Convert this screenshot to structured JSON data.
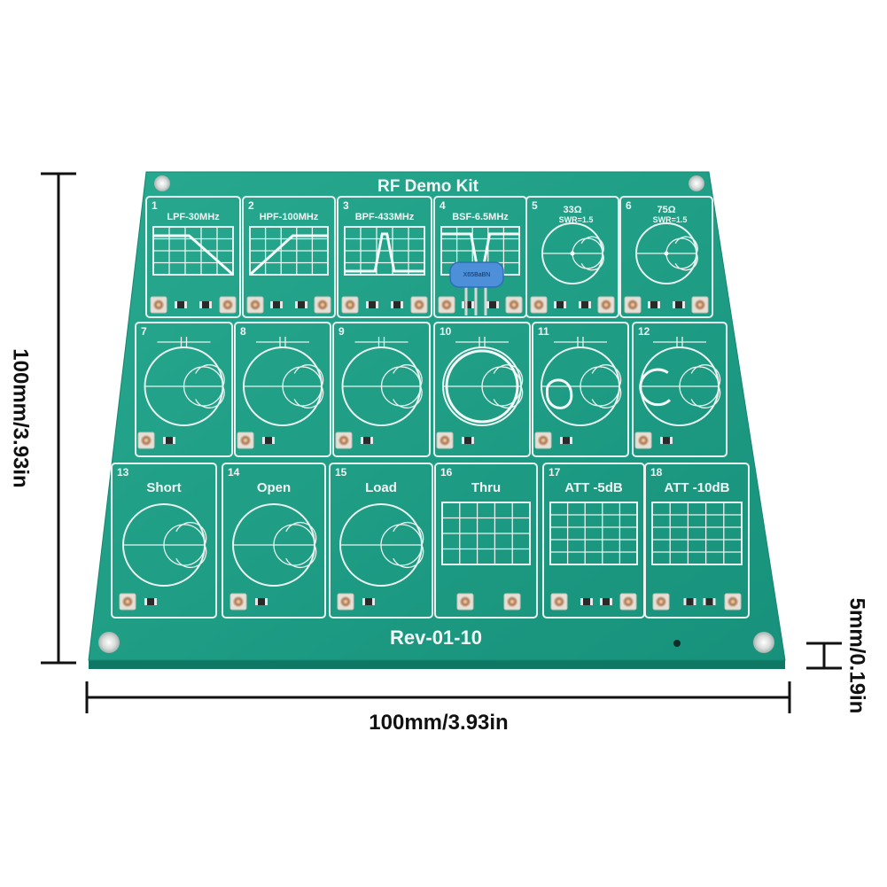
{
  "board": {
    "title": "RF Demo Kit",
    "revision": "Rev-01-10",
    "crystal_marking": "X65BaBN",
    "pcb_color": "#1f9e87",
    "silk_color": "#eef6f2"
  },
  "dimensions": {
    "height_label": "100mm/3.93in",
    "width_label": "100mm/3.93in",
    "thickness_label": "5mm/0.19in"
  },
  "modules": [
    {
      "num": "1",
      "name": "LPF-30MHz",
      "sub": "",
      "graph": "lpf"
    },
    {
      "num": "2",
      "name": "HPF-100MHz",
      "sub": "",
      "graph": "hpf"
    },
    {
      "num": "3",
      "name": "BPF-433MHz",
      "sub": "",
      "graph": "bpf"
    },
    {
      "num": "4",
      "name": "BSF-6.5MHz",
      "sub": "",
      "graph": "bsf"
    },
    {
      "num": "5",
      "name": "33Ω",
      "sub": "SWR=1.5",
      "graph": "smith-dot"
    },
    {
      "num": "6",
      "name": "75Ω",
      "sub": "SWR=1.5",
      "graph": "smith-dot"
    },
    {
      "num": "7",
      "name": "",
      "sub": "",
      "graph": "smith"
    },
    {
      "num": "8",
      "name": "",
      "sub": "",
      "graph": "smith"
    },
    {
      "num": "9",
      "name": "",
      "sub": "",
      "graph": "smith"
    },
    {
      "num": "10",
      "name": "",
      "sub": "",
      "graph": "smith-circle"
    },
    {
      "num": "11",
      "name": "",
      "sub": "",
      "graph": "smith-loop"
    },
    {
      "num": "12",
      "name": "",
      "sub": "",
      "graph": "smith-ring"
    },
    {
      "num": "13",
      "name": "Short",
      "sub": "",
      "graph": "smith"
    },
    {
      "num": "14",
      "name": "Open",
      "sub": "",
      "graph": "smith"
    },
    {
      "num": "15",
      "name": "Load",
      "sub": "",
      "graph": "smith"
    },
    {
      "num": "16",
      "name": "Thru",
      "sub": "",
      "graph": "grid"
    },
    {
      "num": "17",
      "name": "ATT -5dB",
      "sub": "",
      "graph": "grid-lines"
    },
    {
      "num": "18",
      "name": "ATT -10dB",
      "sub": "",
      "graph": "grid-lines"
    }
  ]
}
